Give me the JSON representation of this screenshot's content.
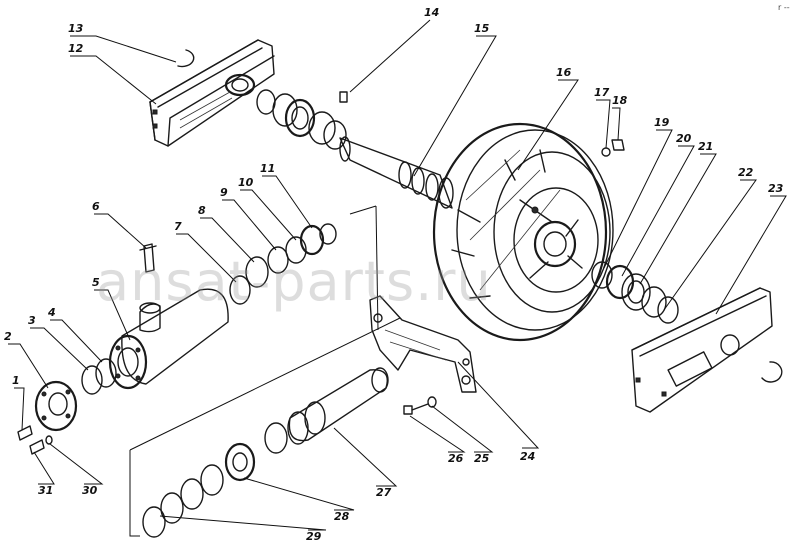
{
  "labels": [
    "1",
    "2",
    "3",
    "4",
    "5",
    "6",
    "7",
    "8",
    "9",
    "10",
    "11",
    "12",
    "13",
    "14",
    "15",
    "16",
    "17",
    "18",
    "19",
    "20",
    "21",
    "22",
    "23",
    "24",
    "25",
    "26",
    "27",
    "28",
    "29",
    "30",
    "31"
  ],
  "watermark": "ansat-parts.ru",
  "corner_mark": "r --"
}
